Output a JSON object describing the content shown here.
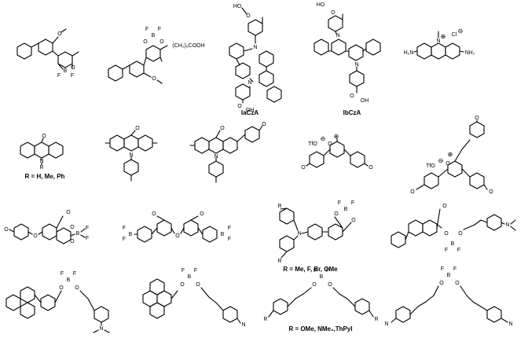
{
  "labels": {
    "iacza": "IaCzA",
    "ibcza": "IbCzA",
    "acridone_r": "R = H, Me, Ph",
    "triarylamine_r": "R = Me, F, Br, OMe",
    "dye_r": "R = OMe, NMe₂,ThPyl"
  },
  "atoms": {
    "o": "O",
    "b": "B",
    "f": "F",
    "n": "N",
    "r": "R",
    "oh": "OH",
    "ho": "HO",
    "h2n": "H₂N",
    "nh2": "NH₂",
    "cl": "Cl",
    "tfo": "TfO",
    "chain": "(CH₂)₆COOH"
  },
  "colors": {
    "ink": "#000000",
    "background": "#ffffff"
  }
}
